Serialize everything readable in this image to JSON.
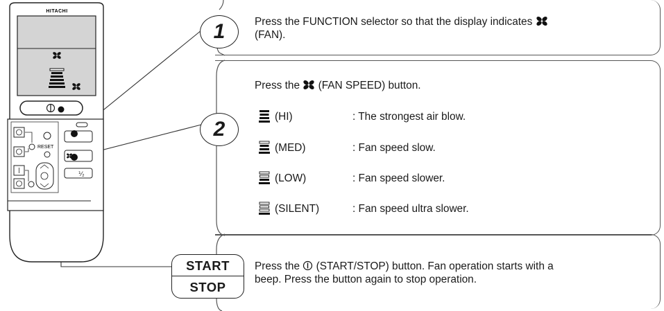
{
  "remote": {
    "brand": "HITACHI",
    "reset_label": "RESET"
  },
  "steps": [
    {
      "number": "1",
      "text_before": "Press the FUNCTION selector so that the display indicates",
      "text_after": "(FAN)."
    },
    {
      "number": "2",
      "intro_before": "Press the",
      "intro_after": "(FAN SPEED) button.",
      "speeds": [
        {
          "label": "(HI)",
          "desc": ": The strongest air blow."
        },
        {
          "label": "(MED)",
          "desc": ": Fan speed slow."
        },
        {
          "label": "(LOW)",
          "desc": ": Fan speed slower."
        },
        {
          "label": "(SILENT)",
          "desc": ": Fan speed ultra slower."
        }
      ]
    },
    {
      "badge_top": "START",
      "badge_bottom": "STOP",
      "text_before": "Press the",
      "text_line1_after": "(START/STOP) button. Fan operation starts with a",
      "text_line2": "beep. Press the button again to stop operation."
    }
  ],
  "icons": {
    "fan": "fan-icon",
    "start_stop": "start-stop-icon",
    "speed_level": "fan-speed-level-icon"
  }
}
